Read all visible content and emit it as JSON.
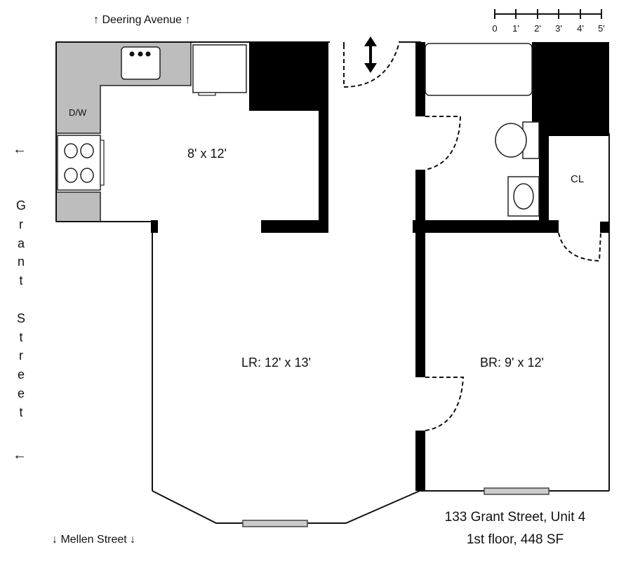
{
  "streets": {
    "top": "↑ Deering Avenue ↑",
    "bottom": "↓ Mellen Street ↓",
    "left_arrow": "←",
    "left_vertical": [
      "G",
      "r",
      "a",
      "n",
      "t",
      "",
      "S",
      "t",
      "r",
      "e",
      "e",
      "t"
    ]
  },
  "rooms": {
    "kitchen": "8' x 12'",
    "living_room": "LR: 12' x 13'",
    "bedroom": "BR: 9' x 12'",
    "closet": "CL",
    "dishwasher": "D/W"
  },
  "scale": {
    "ticks": [
      "0",
      "1'",
      "2'",
      "3'",
      "4'",
      "5'"
    ]
  },
  "address": {
    "line1": "133 Grant Street, Unit 4",
    "line2": "1st floor, 448 SF"
  }
}
